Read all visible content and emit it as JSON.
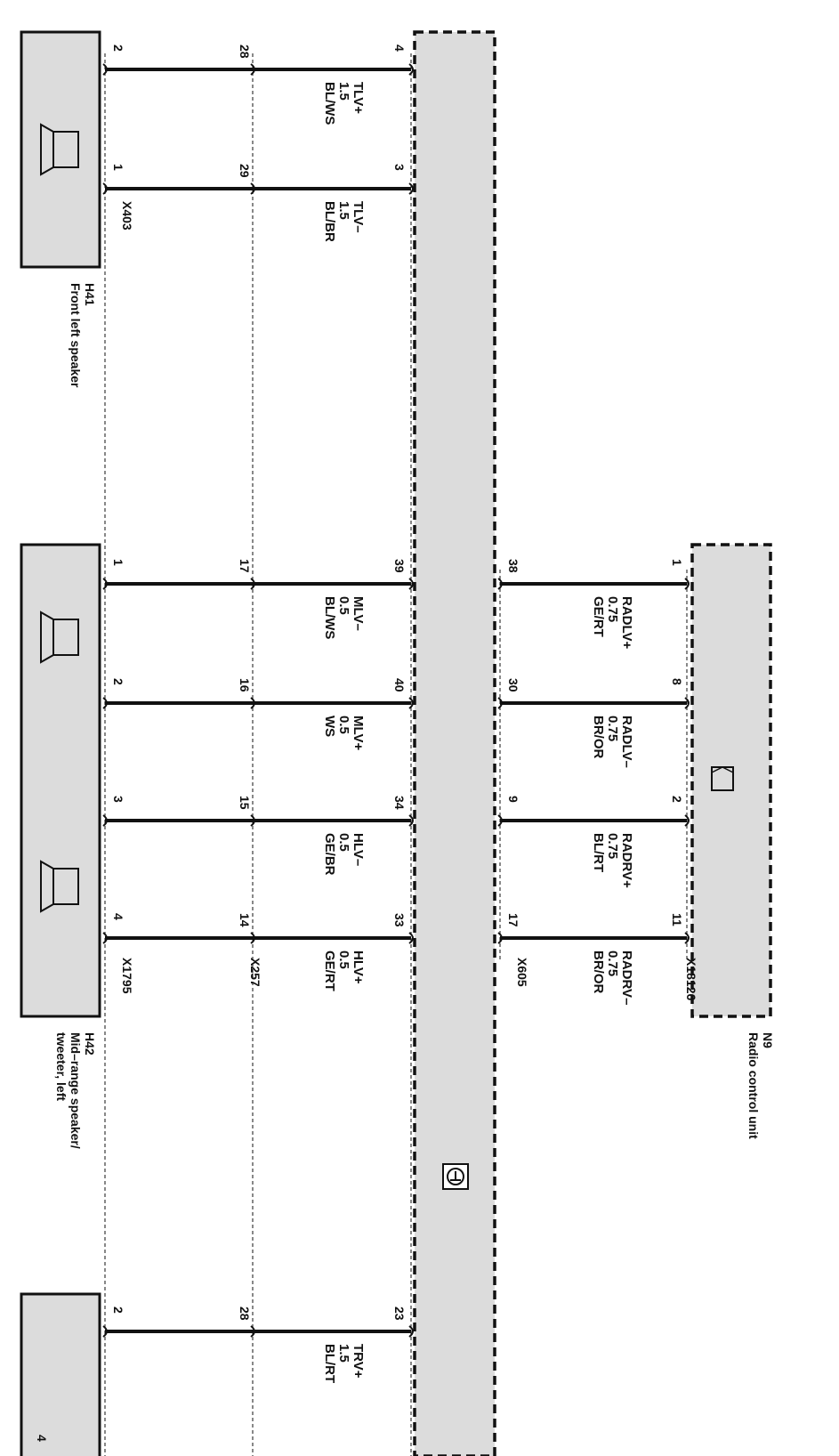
{
  "components": {
    "h41": {
      "id": "H41",
      "name": "Front left speaker",
      "connector": "X403"
    },
    "h42": {
      "id": "H42",
      "name_line1": "Mid–range speaker/",
      "name_line2": "tweeter, left",
      "connector": "X1795"
    },
    "n9": {
      "id": "N9",
      "name": "Radio control unit",
      "connector": "X18126"
    },
    "x257": "X257",
    "x605": "X605"
  },
  "wires": [
    {
      "signal": "TLV+",
      "gauge": "1.5",
      "color": "BL/WS",
      "pin_speaker": "2",
      "pin_inline": "28",
      "pin_bus": "4"
    },
    {
      "signal": "TLV–",
      "gauge": "1.5",
      "color": "BL/BR",
      "pin_speaker": "1",
      "pin_inline": "29",
      "pin_bus": "3"
    },
    {
      "signal": "MLV–",
      "gauge": "0.5",
      "color": "BL/WS",
      "pin_speaker": "1",
      "pin_inline": "17",
      "pin_bus": "39"
    },
    {
      "signal": "MLV+",
      "gauge": "0.5",
      "color": "WS",
      "pin_speaker": "2",
      "pin_inline": "16",
      "pin_bus": "40"
    },
    {
      "signal": "HLV–",
      "gauge": "0.5",
      "color": "GE/BR",
      "pin_speaker": "3",
      "pin_inline": "15",
      "pin_bus": "34"
    },
    {
      "signal": "HLV+",
      "gauge": "0.5",
      "color": "GE/RT",
      "pin_speaker": "4",
      "pin_inline": "14",
      "pin_bus": "33"
    },
    {
      "signal": "TRV+",
      "gauge": "1.5",
      "color": "BL/RT",
      "pin_speaker": "2",
      "pin_inline": "28",
      "pin_bus": "23"
    }
  ],
  "radio_wires": [
    {
      "signal": "RADLV+",
      "gauge": "0.75",
      "color": "GE/RT",
      "pin_bus": "38",
      "pin_radio": "1"
    },
    {
      "signal": "RADLV–",
      "gauge": "0.75",
      "color": "BR/OR",
      "pin_bus": "30",
      "pin_radio": "8"
    },
    {
      "signal": "RADRV+",
      "gauge": "0.75",
      "color": "BL/RT",
      "pin_bus": "9",
      "pin_radio": "2"
    },
    {
      "signal": "RADRV–",
      "gauge": "0.75",
      "color": "BR/OR",
      "pin_bus": "17",
      "pin_radio": "11"
    }
  ],
  "bottom_partial": {
    "pin": "4"
  },
  "colors": {
    "box_fill": "#dcdcdc",
    "wire": "#111111",
    "background": "#ffffff"
  }
}
